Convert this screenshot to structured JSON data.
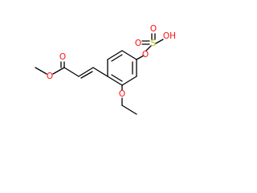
{
  "molecule": {
    "colors": {
      "O": "#ff0d0d",
      "S": "#b5b500",
      "C": "#000000"
    },
    "labels": {
      "sulfonate_o_left": "O",
      "sulfonate_s": "S",
      "sulfonate_oh": "OH",
      "sulfonate_o_bottom": "O",
      "sulfonate_o_top": "O",
      "ester_carbonyl_o": "O",
      "ester_o": "O",
      "methoxy_o": "O"
    }
  }
}
